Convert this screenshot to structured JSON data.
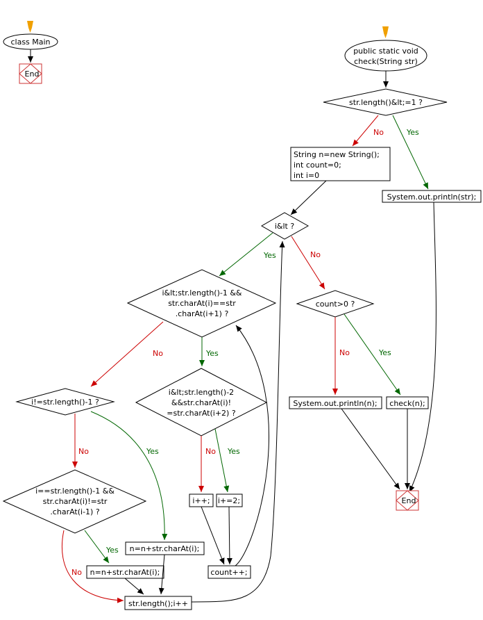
{
  "main": {
    "class_label": "class Main",
    "end_label": "End"
  },
  "check": {
    "start_line1": "public static void",
    "start_line2": "check(String str)",
    "cond_len": "str.length()&lt;=1 ?",
    "init_line1": "String n=new String();",
    "init_line2": "int count=0;",
    "init_line3": "int i=0",
    "print_str": "System.out.println(str);",
    "loop_cond": "i&lt ?",
    "cond_a_line1": "i&lt;str.length()-1 &&",
    "cond_a_line2": "str.charAt(i)==str",
    "cond_a_line3": ".charAt(i+1) ?",
    "cond_b_line1": "i&lt;str.length()-2",
    "cond_b_line2": "&&str.charAt(i)!",
    "cond_b_line3": "=str.charAt(i+2) ?",
    "cond_c": "i!=str.length()-1 ?",
    "cond_d_line1": "i==str.length()-1 &&",
    "cond_d_line2": "str.charAt(i)!=str",
    "cond_d_line3": ".charAt(i-1) ?",
    "inc_i": "i++;",
    "inc_i2": "i+=2;",
    "append1": "n=n+str.charAt(i);",
    "append2": "n=n+str.charAt(i);",
    "count_inc": "count++;",
    "loop_step": "str.length();i++",
    "count_cond": "count>0 ?",
    "print_n": "System.out.println(n);",
    "recurse": "check(n);",
    "end_label": "End"
  },
  "edge_labels": {
    "yes": "Yes",
    "no": "No"
  }
}
